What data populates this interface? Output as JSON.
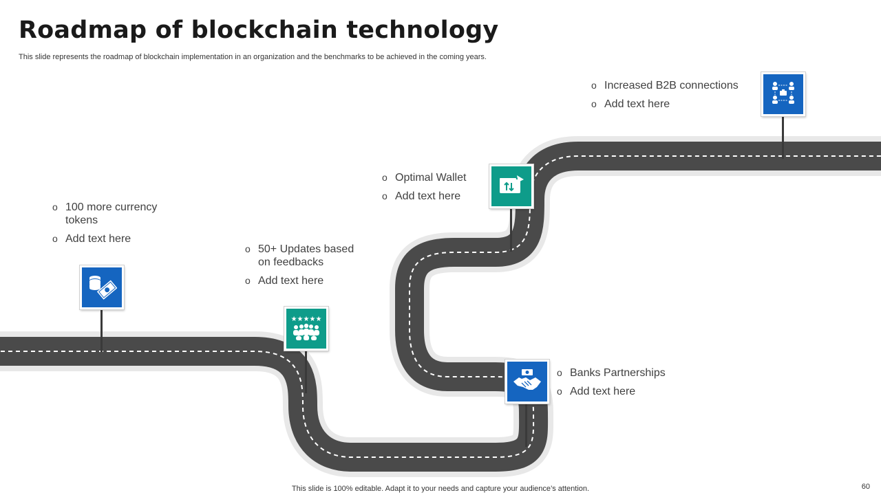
{
  "slide": {
    "title": "Roadmap of blockchain technology",
    "subtitle": "This slide represents the roadmap of blockchain implementation in an organization and the benchmarks to be achieved in the coming years.",
    "footer": "This slide is 100% editable. Adapt it to your needs and capture your audience’s attention.",
    "page_number": "60"
  },
  "milestones": [
    {
      "items": [
        "100 more currency  tokens",
        "Add text here"
      ],
      "icon": "money-coins-icon",
      "color": "#1565c0"
    },
    {
      "items": [
        "50+ Updates based on feedbacks",
        "Add text here"
      ],
      "icon": "team-rating-icon",
      "color": "#0e9c8a"
    },
    {
      "items": [
        "Optimal Wallet",
        "Add text here"
      ],
      "icon": "wallet-transfer-icon",
      "color": "#0e9c8a"
    },
    {
      "items": [
        "Banks Partnerships",
        "Add text here"
      ],
      "icon": "handshake-icon",
      "color": "#1565c0"
    },
    {
      "items": [
        "Increased B2B connections",
        "Add text here"
      ],
      "icon": "b2b-network-icon",
      "color": "#1565c0"
    }
  ]
}
